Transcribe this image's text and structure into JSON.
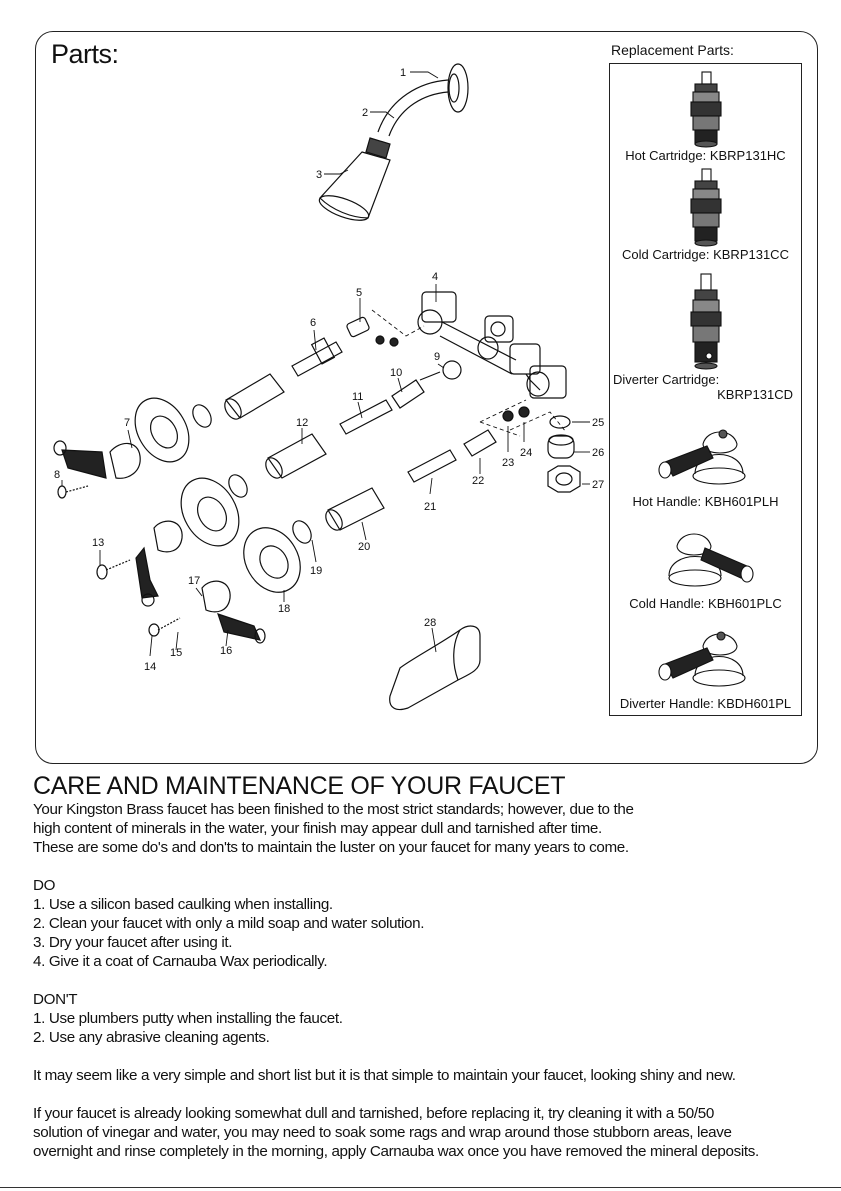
{
  "parts": {
    "title": "Parts:",
    "callouts": [
      "1",
      "2",
      "3",
      "4",
      "5",
      "6",
      "7",
      "8",
      "9",
      "10",
      "11",
      "12",
      "13",
      "14",
      "15",
      "16",
      "17",
      "18",
      "19",
      "20",
      "21",
      "22",
      "23",
      "24",
      "25",
      "26",
      "27",
      "28"
    ]
  },
  "replacement": {
    "title": "Replacement Parts:",
    "items": [
      {
        "label": "Hot Cartridge: KBRP131HC"
      },
      {
        "label": "Cold Cartridge: KBRP131CC"
      },
      {
        "label": "Diverter Cartridge:",
        "code": "KBRP131CD"
      },
      {
        "label": "Hot Handle: KBH601PLH"
      },
      {
        "label": "Cold Handle: KBH601PLC"
      },
      {
        "label": "Diverter Handle: KBDH601PL"
      }
    ]
  },
  "care": {
    "title": "CARE AND MAINTENANCE OF YOUR FAUCET",
    "intro": [
      "Your Kingston Brass faucet has been finished to the most strict standards; however, due to the",
      "high content of minerals in the water, your finish may appear dull and tarnished after time.",
      "These are some do's and don'ts to maintain the luster on your faucet for many years to come."
    ],
    "do_heading": "DO",
    "do_items": [
      "1. Use a silicon based caulking when installing.",
      "2. Clean your faucet with only a mild soap and water solution.",
      "3. Dry your faucet after using it.",
      "4. Give it a coat of Carnauba Wax periodically."
    ],
    "dont_heading": "DON'T",
    "dont_items": [
      "1. Use plumbers putty when installing the faucet.",
      "2. Use any abrasive cleaning agents."
    ],
    "summary": "It may seem like a very simple and short list but it is that simple to maintain your faucet, looking shiny and new.",
    "tarnish": [
      "If your faucet is already looking somewhat dull and tarnished, before replacing it, try cleaning it with a 50/50",
      "solution of vinegar and water, you may need to soak some rags and wrap around those stubborn areas, leave",
      "overnight and rinse completely in the morning, apply Carnauba wax once you have removed the mineral deposits."
    ]
  }
}
